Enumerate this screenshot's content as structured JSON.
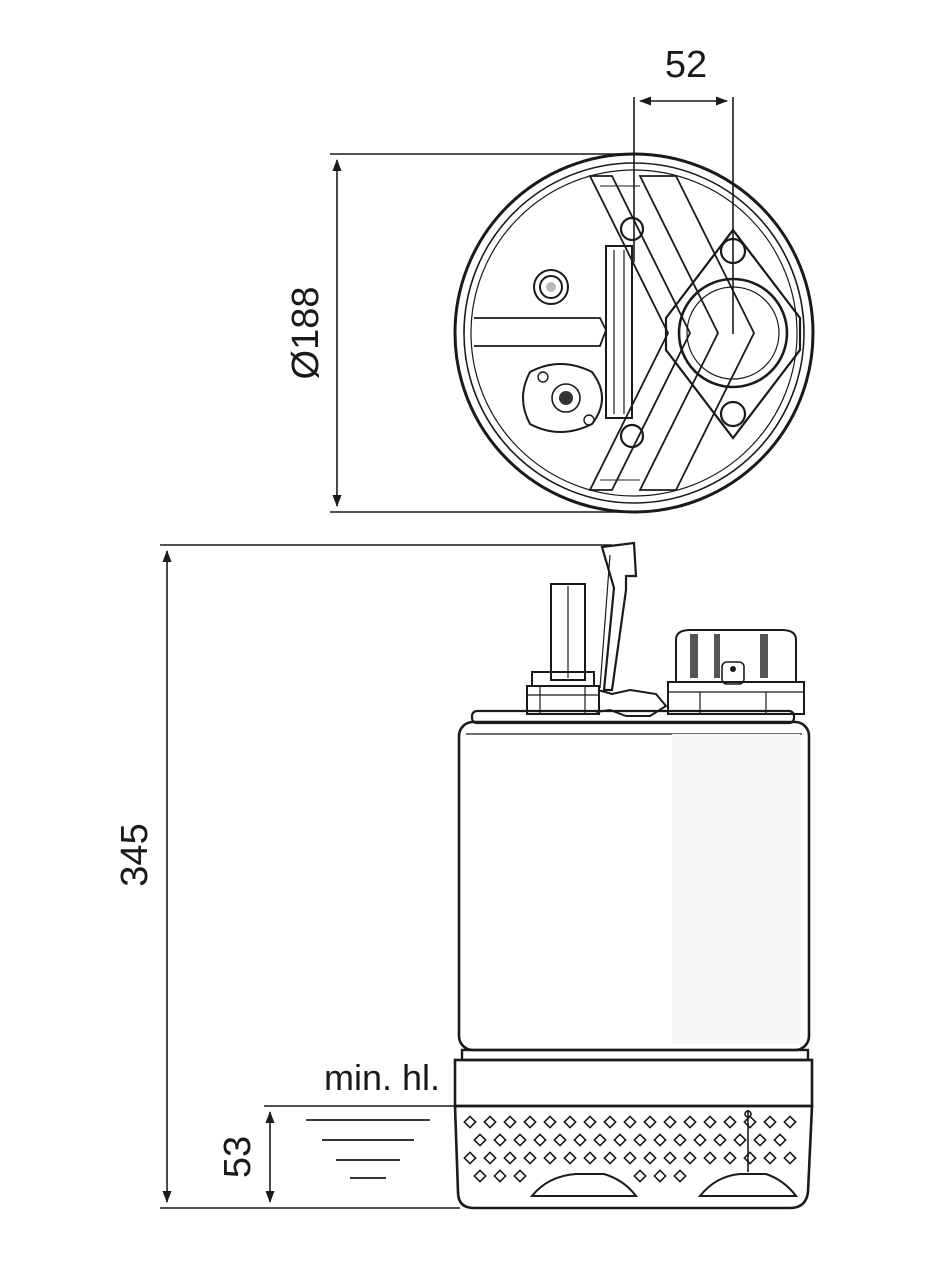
{
  "dimensions": {
    "bore_spacing": "52",
    "diameter": "Ø188",
    "height": "345",
    "min_water_level": "53"
  },
  "labels": {
    "min_level": "min. hl."
  },
  "colors": {
    "line": "#1a1a1a",
    "shade": "#d9d9d9",
    "dark_fill": "#2a2a2a",
    "background": "#ffffff"
  }
}
